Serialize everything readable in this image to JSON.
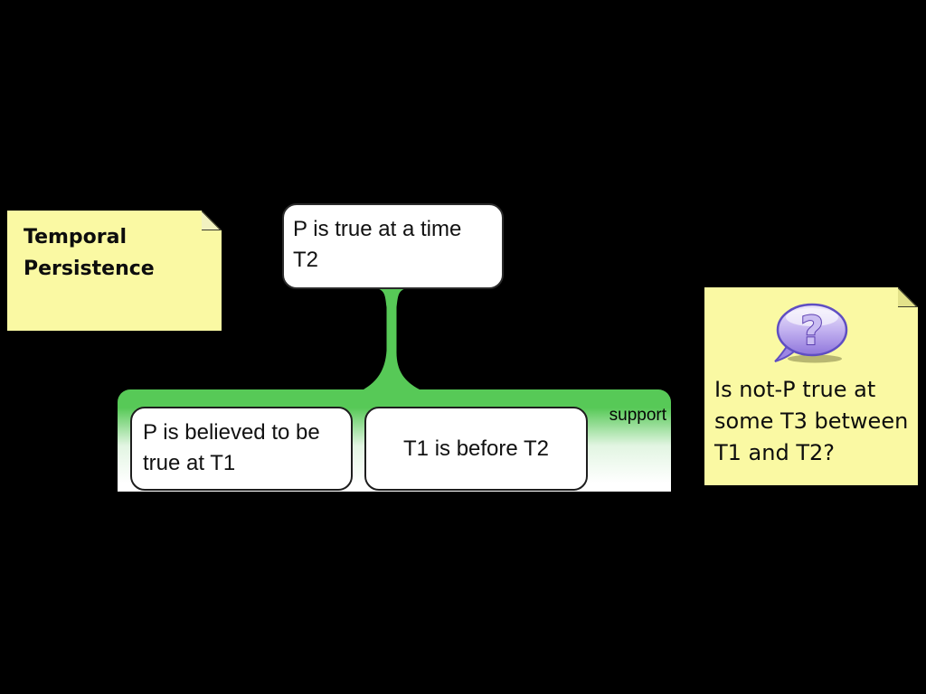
{
  "colors": {
    "background": "#000000",
    "support_green": "#57C957",
    "note_yellow": "#FAF9A3",
    "box_white": "#FFFFFF",
    "border_dark": "#2b2b2b"
  },
  "map": {
    "claim": "P is true at a time\nT2",
    "support_label": "support",
    "premises": [
      {
        "text": "P is believed to be\ntrue at T1"
      },
      {
        "text": "T1 is before T2"
      }
    ]
  },
  "notes": {
    "left": {
      "text": "Temporal\nPersistence"
    },
    "right": {
      "icon": "question-bubble-icon",
      "text": "Is not-P true at\nsome T3 between\nT1 and T2?"
    }
  }
}
